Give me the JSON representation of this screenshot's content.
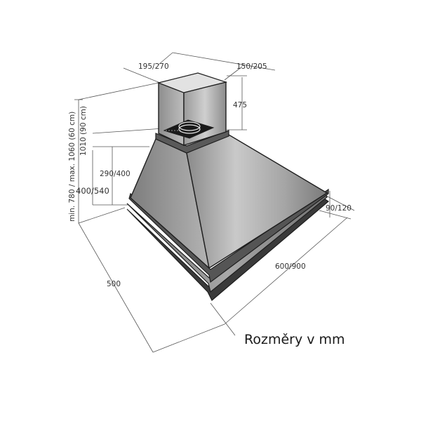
{
  "dimensions": {
    "chimney_depth": "195/270",
    "chimney_width": "150/205",
    "chimney_height": "475",
    "hood_inner_height": "290/400",
    "hood_total_height": "400/540",
    "overall_height_line1": "min. 780 / max. 1060 (60 cm)",
    "overall_height_line2": "1010 (90 cm)",
    "depth": "500",
    "width": "600/900",
    "rim": "90/120"
  },
  "caption": "Rozměry v mm",
  "colors": {
    "metal_light": "#c9c9c9",
    "metal_dark": "#4a4a4a",
    "outline": "#1e1e1e",
    "dim_text": "#333333"
  }
}
